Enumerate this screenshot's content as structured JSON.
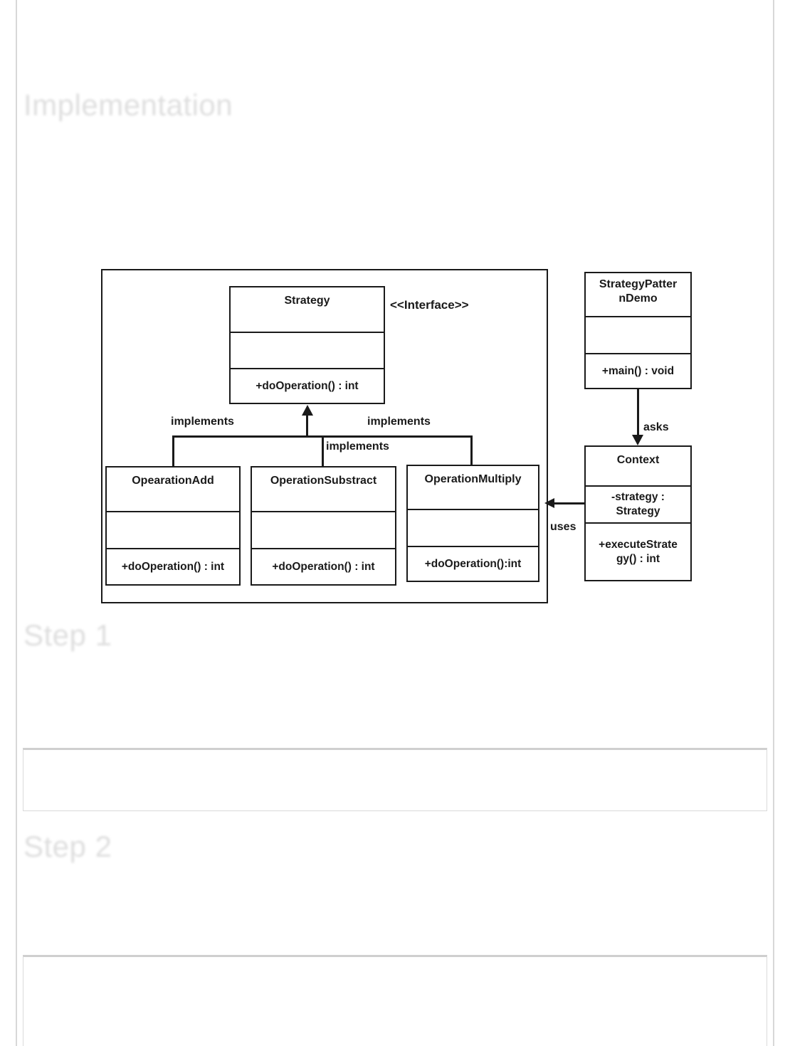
{
  "colors": {
    "stroke": "#1a1a1a",
    "ghost": "#dedede",
    "border": "#d8d8d8"
  },
  "page": {
    "heading": "Implementation",
    "step1": "Step 1",
    "step2": "Step 2"
  },
  "diagram": {
    "stereotype": "<<Interface>>",
    "labels": {
      "implements_left": "implements",
      "implements_middle": "implements",
      "implements_right": "implements",
      "asks": "asks",
      "uses": "uses"
    },
    "classes": {
      "strategy": {
        "name": "Strategy",
        "attributes": "",
        "methods": "+doOperation() : int"
      },
      "operation_add": {
        "name": "OpearationAdd",
        "attributes": "",
        "methods": "+doOperation() : int"
      },
      "operation_substract": {
        "name": "OperationSubstract",
        "attributes": "",
        "methods": "+doOperation() : int"
      },
      "operation_multiply": {
        "name": "OperationMultiply",
        "attributes": "",
        "methods": "+doOperation():int"
      },
      "strategy_pattern_demo": {
        "name": "StrategyPatter\nnDemo",
        "attributes": "",
        "methods": "+main() : void"
      },
      "context": {
        "name": "Context",
        "attributes": "-strategy :\nStrategy",
        "methods": "+executeStrate\ngy() : int"
      }
    }
  }
}
